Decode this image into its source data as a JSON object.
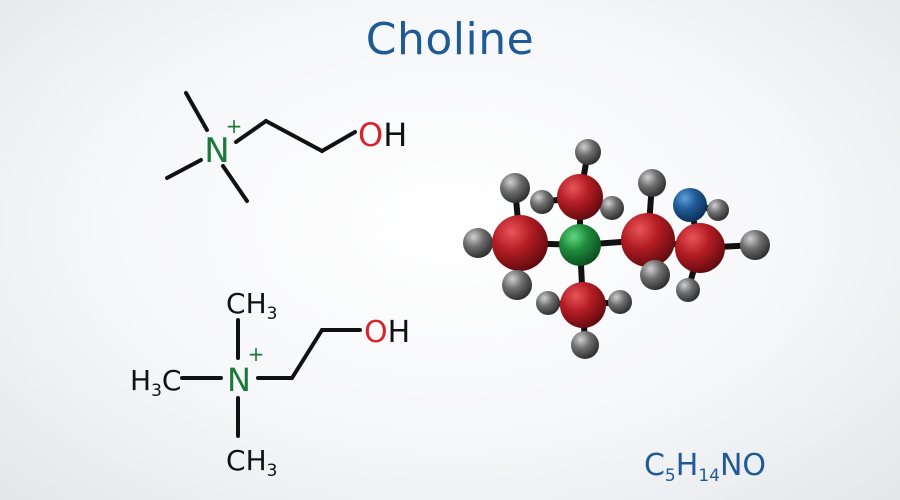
{
  "title": "Choline",
  "skeletal": {
    "nitrogen": "N",
    "charge": "+",
    "hydroxyl": "OH"
  },
  "condensed": {
    "methyl_top": "CH3",
    "methyl_left": "H3C",
    "methyl_bottom": "CH3",
    "nitrogen": "N",
    "charge": "+",
    "hydroxyl": "OH"
  },
  "formula": {
    "c": "C",
    "c_count": "5",
    "h": "H",
    "h_count": "14",
    "rest": "NO"
  },
  "colors": {
    "title": "#1d5a96",
    "nitrogen": "#1b7a3a",
    "oxygen": "#d7232c",
    "bond": "#111111",
    "carbon_atom": "#a3151c",
    "nitrogen_atom": "#1f8a3c",
    "oxygen_atom": "#1f5a96",
    "hydrogen_atom": "#6a6a6a"
  },
  "model_atoms": [
    "carbon",
    "nitrogen",
    "oxygen",
    "hydrogen"
  ]
}
